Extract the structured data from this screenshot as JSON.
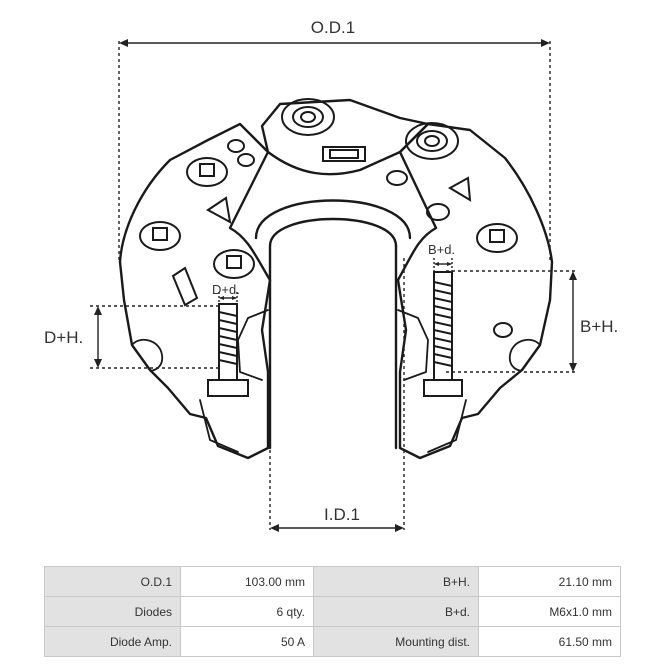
{
  "dimensions": {
    "outer_diameter": "O.D.1",
    "inner_diameter": "I.D.1",
    "d_height": "D+H.",
    "b_height": "B+H.",
    "d_thread": "D+d.",
    "b_thread": "B+d."
  },
  "specs": [
    [
      {
        "label": "O.D.1",
        "value": "103.00 mm"
      },
      {
        "label": "B+H.",
        "value": "21.10 mm"
      }
    ],
    [
      {
        "label": "Diodes",
        "value": "6 qty."
      },
      {
        "label": "B+d.",
        "value": "M6x1.0 mm"
      }
    ],
    [
      {
        "label": "Diode Amp.",
        "value": "50 A"
      },
      {
        "label": "Mounting dist.",
        "value": "61.50 mm"
      }
    ]
  ]
}
